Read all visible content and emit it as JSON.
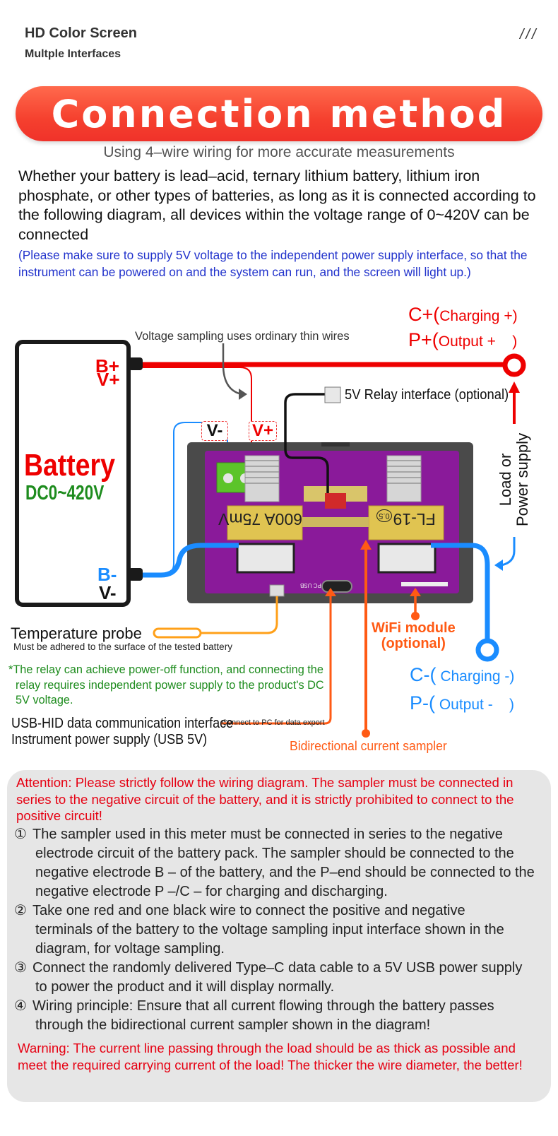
{
  "header": {
    "title": "HD Color Screen",
    "subtitle": "Multple Interfaces",
    "decoration": "///"
  },
  "banner": {
    "title": "Connection method",
    "color": "#f5402e"
  },
  "subtitle": "Using 4–wire wiring for more accurate measurements",
  "intro": "Whether your battery is lead–acid, ternary lithium battery, lithium iron phosphate, or other types of batteries, as long as it is connected according to the following diagram, all devices within the voltage range of 0~420V can be connected",
  "note": "(Please make sure to supply 5V voltage to the independent power supply interface, so that the instrument can be powered on and the system can run, and the screen will light up.)",
  "diagram": {
    "battery": {
      "name": "Battery",
      "range": "DC0~420V"
    },
    "battery_pos": {
      "b": "B+",
      "v": "V+"
    },
    "battery_neg": {
      "b": "B-",
      "v": "V-"
    },
    "voltage_sampling_label": "Voltage sampling uses ordinary thin wires",
    "v_minus_tag": "V-",
    "v_plus_tag": "V+",
    "relay_label": "5V Relay interface (optional)",
    "positive_terminal": {
      "c_label": "C+(",
      "c_desc": "Charging +)",
      "p_label": "P+(",
      "p_desc": "Output +    )"
    },
    "negative_terminal": {
      "c_label": "C-(",
      "c_desc": " Charging -)",
      "p_label": "P-(",
      "p_desc": " Output -    )"
    },
    "load_label_line1": "Load or",
    "load_label_line2": "Power supply",
    "shunt_left_text": "600A 75mV",
    "shunt_right_text": "FL-19",
    "shunt_class": "0.5",
    "pcb_usb_label": "PC USB",
    "temp_probe_title": "Temperature probe",
    "temp_probe_note": "Must be adhered to the surface of the tested battery",
    "relay_note": "*The relay can achieve power-off function, and connecting the relay requires independent power supply to the product's DC 5V voltage.",
    "usb_line1": "USB-HID data communication interface",
    "usb_line2": "Instrument power supply (USB 5V)",
    "usb_small": "Connect to PC for data export",
    "wifi_line1": "WiFi module",
    "wifi_line2": "(optional)",
    "sampler_label": "Bidirectional current sampler",
    "colors": {
      "positive": "#ee0000",
      "negative": "#1a8cff",
      "signal": "#ff5a14",
      "probe": "#ffa019",
      "pcb": "#8a1a9a",
      "note_green": "#1e8c1e"
    }
  },
  "info": {
    "attention": "Attention: Please strictly follow the wiring diagram. The sampler must be connected in series to the negative circuit of the battery, and it is strictly prohibited to connect to the positive circuit!",
    "steps": [
      {
        "num": "①",
        "text": "The sampler used in this meter must be connected in series to the negative",
        "cont": "electrode circuit of the battery pack. The sampler should be connected to the negative electrode B – of the battery, and the P–end should be connected to the negative electrode P –/C – for charging and discharging."
      },
      {
        "num": "②",
        "text": "Take one red and one black wire to connect the positive and negative",
        "cont": "terminals of the battery to the voltage sampling input interface shown in the diagram, for voltage sampling."
      },
      {
        "num": "③",
        "text": "Connect the randomly delivered Type–C data cable to a 5V USB power supply",
        "cont": "to power the product and it will display normally."
      },
      {
        "num": "④",
        "text": "Wiring principle: Ensure that all current flowing through the battery passes",
        "cont": "through the bidirectional current sampler shown in the diagram!"
      }
    ],
    "warning": "Warning: The current line passing through the load should be as thick as possible and meet the required carrying current of the load! The thicker the wire diameter, the better!"
  }
}
